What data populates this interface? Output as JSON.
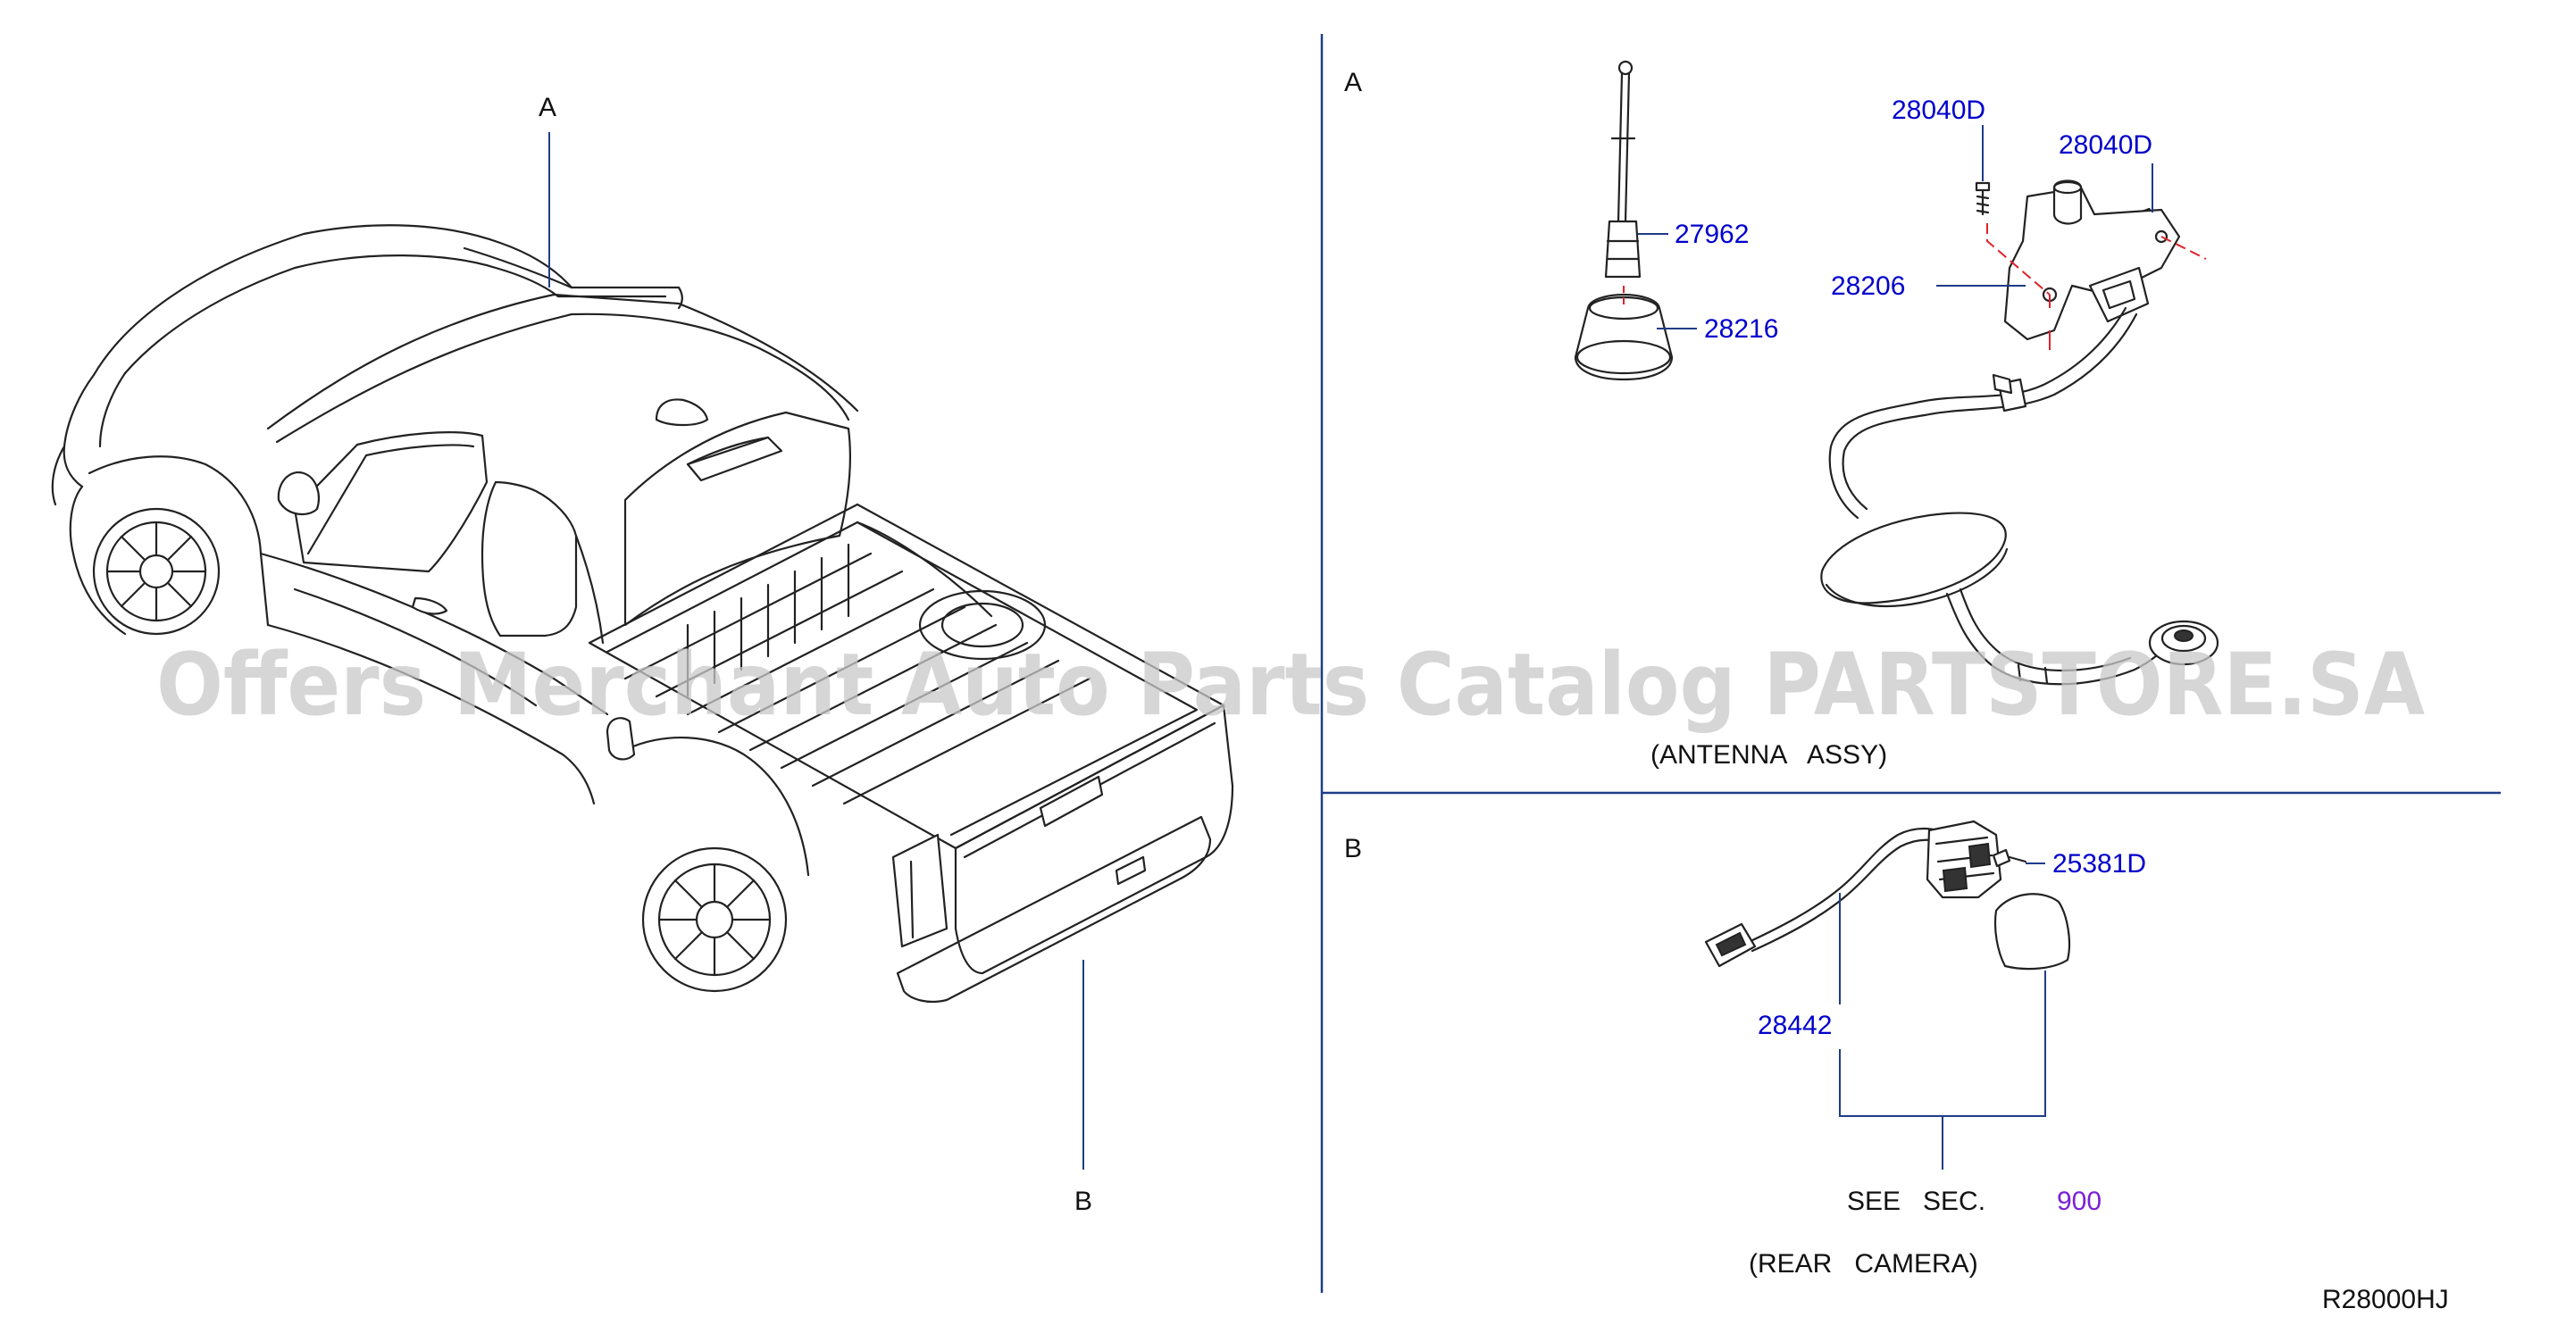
{
  "colors": {
    "part_number": "#0000cc",
    "section_ref": "#7a1fd6",
    "text": "#111111",
    "leader": "#1f3c88",
    "divider": "#1f3c88",
    "centerline": "#e0212b",
    "watermark": "#c8c8c8"
  },
  "left_panel": {
    "callout_a": "A",
    "callout_b": "B"
  },
  "section_a": {
    "tag": "A",
    "parts": {
      "p27962": "27962",
      "p28216": "28216",
      "p28040d_1": "28040D",
      "p28040d_2": "28040D",
      "p28206": "28206"
    },
    "caption": "(ANTENNA   ASSY)"
  },
  "section_b": {
    "tag": "B",
    "parts": {
      "p25381d": "25381D",
      "p28442": "28442"
    },
    "see_sec": "SEE   SEC.",
    "sec_number": "900",
    "caption": "(REAR   CAMERA)"
  },
  "diagram_code": "R28000HJ",
  "watermark": "Offers Merchant Auto Parts Catalog PARTSTORE.SA"
}
